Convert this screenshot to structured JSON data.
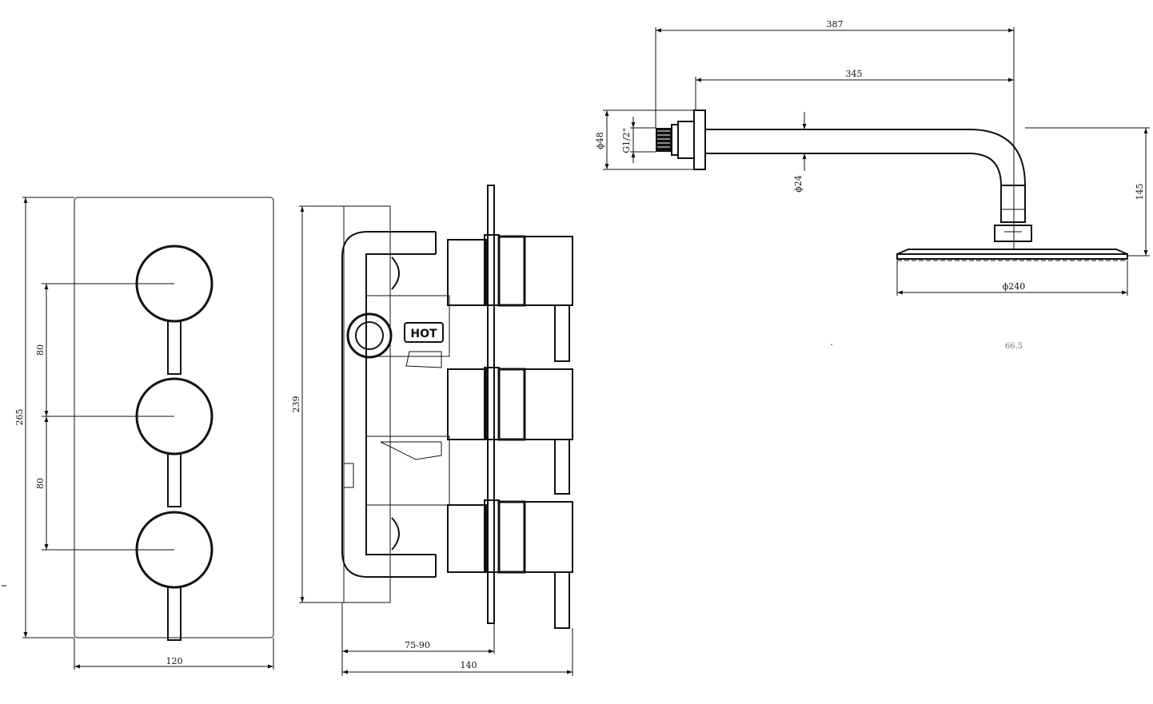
{
  "front_view": {
    "dims": {
      "height": "265",
      "width": "120",
      "spacing_top": "80",
      "spacing_bottom": "80"
    }
  },
  "side_view": {
    "dims": {
      "height": "239",
      "depth_range": "75-90",
      "depth": "140"
    },
    "label": "HOT"
  },
  "shower_arm": {
    "dims": {
      "length_total": "387",
      "length_arm": "345",
      "flange_dia": "ϕ48",
      "thread": "G1/2\"",
      "pipe_dia": "ϕ24",
      "drop": "145",
      "head_dia": "ϕ240"
    },
    "stray_marks": ".",
    "stray_text": "66.5"
  },
  "colors": {
    "line": "#111111",
    "background": "#ffffff"
  }
}
